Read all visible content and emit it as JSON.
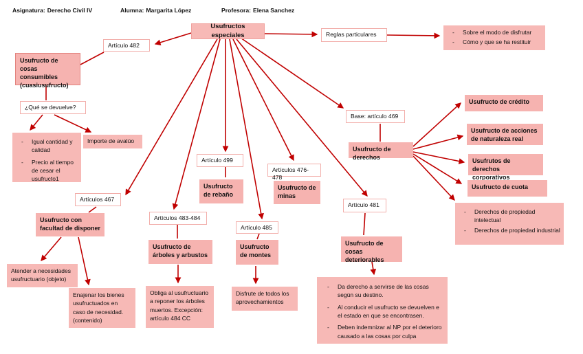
{
  "colors": {
    "pink_fill": "#f7b9b6",
    "pink_fill_bold": "#f6b3b0",
    "pink_border": "#e2827d",
    "white_box_border": "#f2aeaa",
    "arrow": "#c00000",
    "text": "#111111"
  },
  "header": {
    "items": [
      {
        "label": "Asignatura:",
        "value": "Derecho Civil IV"
      },
      {
        "label": "Alumna:",
        "value": "Margarita López"
      },
      {
        "label": "Profesora:",
        "value": "Elena Sanchez"
      }
    ]
  },
  "nodes": {
    "usufructos_especiales": {
      "label": "Usufructos especiales"
    },
    "reglas_particulares": {
      "label": "Reglas particulares"
    },
    "reglas_detalle": {
      "items": [
        "Sobre el modo de disfrutar",
        "Cómo y que se ha restituir"
      ]
    },
    "articulo_482": {
      "label": "Artículo 482"
    },
    "cosas_consumibles": {
      "label": "Usufructo de cosas consumibles (cuasiusufructo)"
    },
    "que_se_devuelve": {
      "label": "¿Qué se devuelve?"
    },
    "devuelve_detalle": {
      "items": [
        "Igual cantidad y calidad",
        "Precio al tiempo de cesar el usufructo1"
      ]
    },
    "importe_avaluo": {
      "label": "Importe de avalúo"
    },
    "articulos_467": {
      "label": "Artículos 467"
    },
    "facultad_disponer": {
      "label": "Usufructo con facultad de disponer"
    },
    "atender_necesidades": {
      "label": "Atender a necesidades usufructuario (objeto)"
    },
    "enajenar_bienes": {
      "label": "Enajenar los bienes usufructuados en caso de necesidad. (contenido)"
    },
    "articulos_483_484": {
      "label": "Artículos 483-484"
    },
    "arboles_arbustos": {
      "label": "Usufructo de árboles y arbustos"
    },
    "obliga_reponer": {
      "label": "Obliga al usufructuario a reponer los árboles muertos. Excepción: artículo 484 CC"
    },
    "articulo_499": {
      "label": "Artículo 499"
    },
    "rebano": {
      "label": "Usufructo de rebaño"
    },
    "articulos_476_478": {
      "label": "Artículos 476-478"
    },
    "minas": {
      "label": "Usufructo de minas"
    },
    "articulo_485": {
      "label": "Artículo 485"
    },
    "montes": {
      "label": "Usufructo de montes"
    },
    "disfrute": {
      "label": "Disfrute de todos los aprovechamientos"
    },
    "base_469": {
      "label": "Base: artículo 469"
    },
    "derechos": {
      "label": "Usufructo de derechos"
    },
    "credito": {
      "label": "Usufructo de crédito"
    },
    "acciones": {
      "label": "Usufructo de acciones de naturaleza real"
    },
    "corporativos": {
      "label": "Usufrutos de derechos corporativos"
    },
    "cuota": {
      "label": "Usufructo de cuota"
    },
    "propiedad_detalle": {
      "items": [
        "Derechos de propiedad intelectual",
        "Derechos de propiedad industrial"
      ]
    },
    "articulo_481": {
      "label": "Artículo 481"
    },
    "deteriorables": {
      "label": "Usufructo de cosas deteriorables"
    },
    "deteriorables_detalle": {
      "items": [
        "Da derecho a servirse de las cosas según su destino.",
        "Al conducir el usufructo se devuelven e el estado en que se encontrasen.",
        "Deben indemnizar al NP por el deterioro causado a las cosas por culpa"
      ]
    }
  }
}
